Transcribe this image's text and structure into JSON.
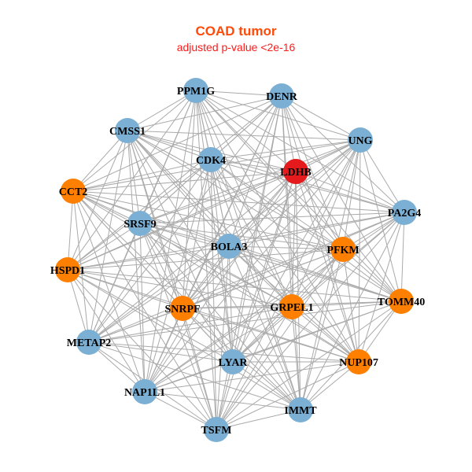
{
  "title": "COAD tumor",
  "subtitle": "adjusted p-value <2e-16",
  "colors": {
    "blue": "#7BAFD4",
    "orange": "#FF7F00",
    "red": "#E41A1C",
    "edge": "#AAAAAA"
  },
  "nodes": [
    {
      "id": "PPM1G",
      "group": "blue"
    },
    {
      "id": "DENR",
      "group": "blue"
    },
    {
      "id": "CMSS1",
      "group": "blue"
    },
    {
      "id": "UNG",
      "group": "blue"
    },
    {
      "id": "CDK4",
      "group": "blue"
    },
    {
      "id": "LDHB",
      "group": "red"
    },
    {
      "id": "CCT2",
      "group": "orange"
    },
    {
      "id": "PA2G4",
      "group": "blue"
    },
    {
      "id": "SRSF9",
      "group": "blue"
    },
    {
      "id": "BOLA3",
      "group": "blue"
    },
    {
      "id": "PFKM",
      "group": "orange"
    },
    {
      "id": "HSPD1",
      "group": "orange"
    },
    {
      "id": "SNRPF",
      "group": "orange"
    },
    {
      "id": "GRPEL1",
      "group": "orange"
    },
    {
      "id": "TOMM40",
      "group": "orange"
    },
    {
      "id": "METAP2",
      "group": "blue"
    },
    {
      "id": "LYAR",
      "group": "blue"
    },
    {
      "id": "NUP107",
      "group": "orange"
    },
    {
      "id": "NAP1L1",
      "group": "blue"
    },
    {
      "id": "IMMT",
      "group": "blue"
    },
    {
      "id": "TSFM",
      "group": "blue"
    }
  ],
  "edges": "all-pairs"
}
